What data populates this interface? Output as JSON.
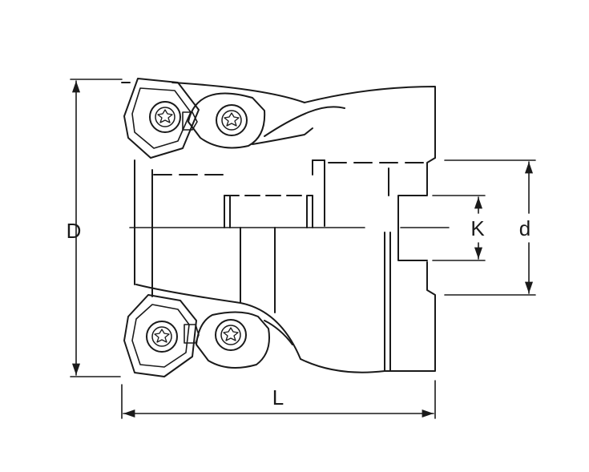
{
  "dimensions": {
    "diameter_label": "D",
    "length_label": "L",
    "keyway_label": "K",
    "bore_label": "d"
  },
  "colors": {
    "line": "#1a1a1a",
    "background": "#ffffff"
  }
}
